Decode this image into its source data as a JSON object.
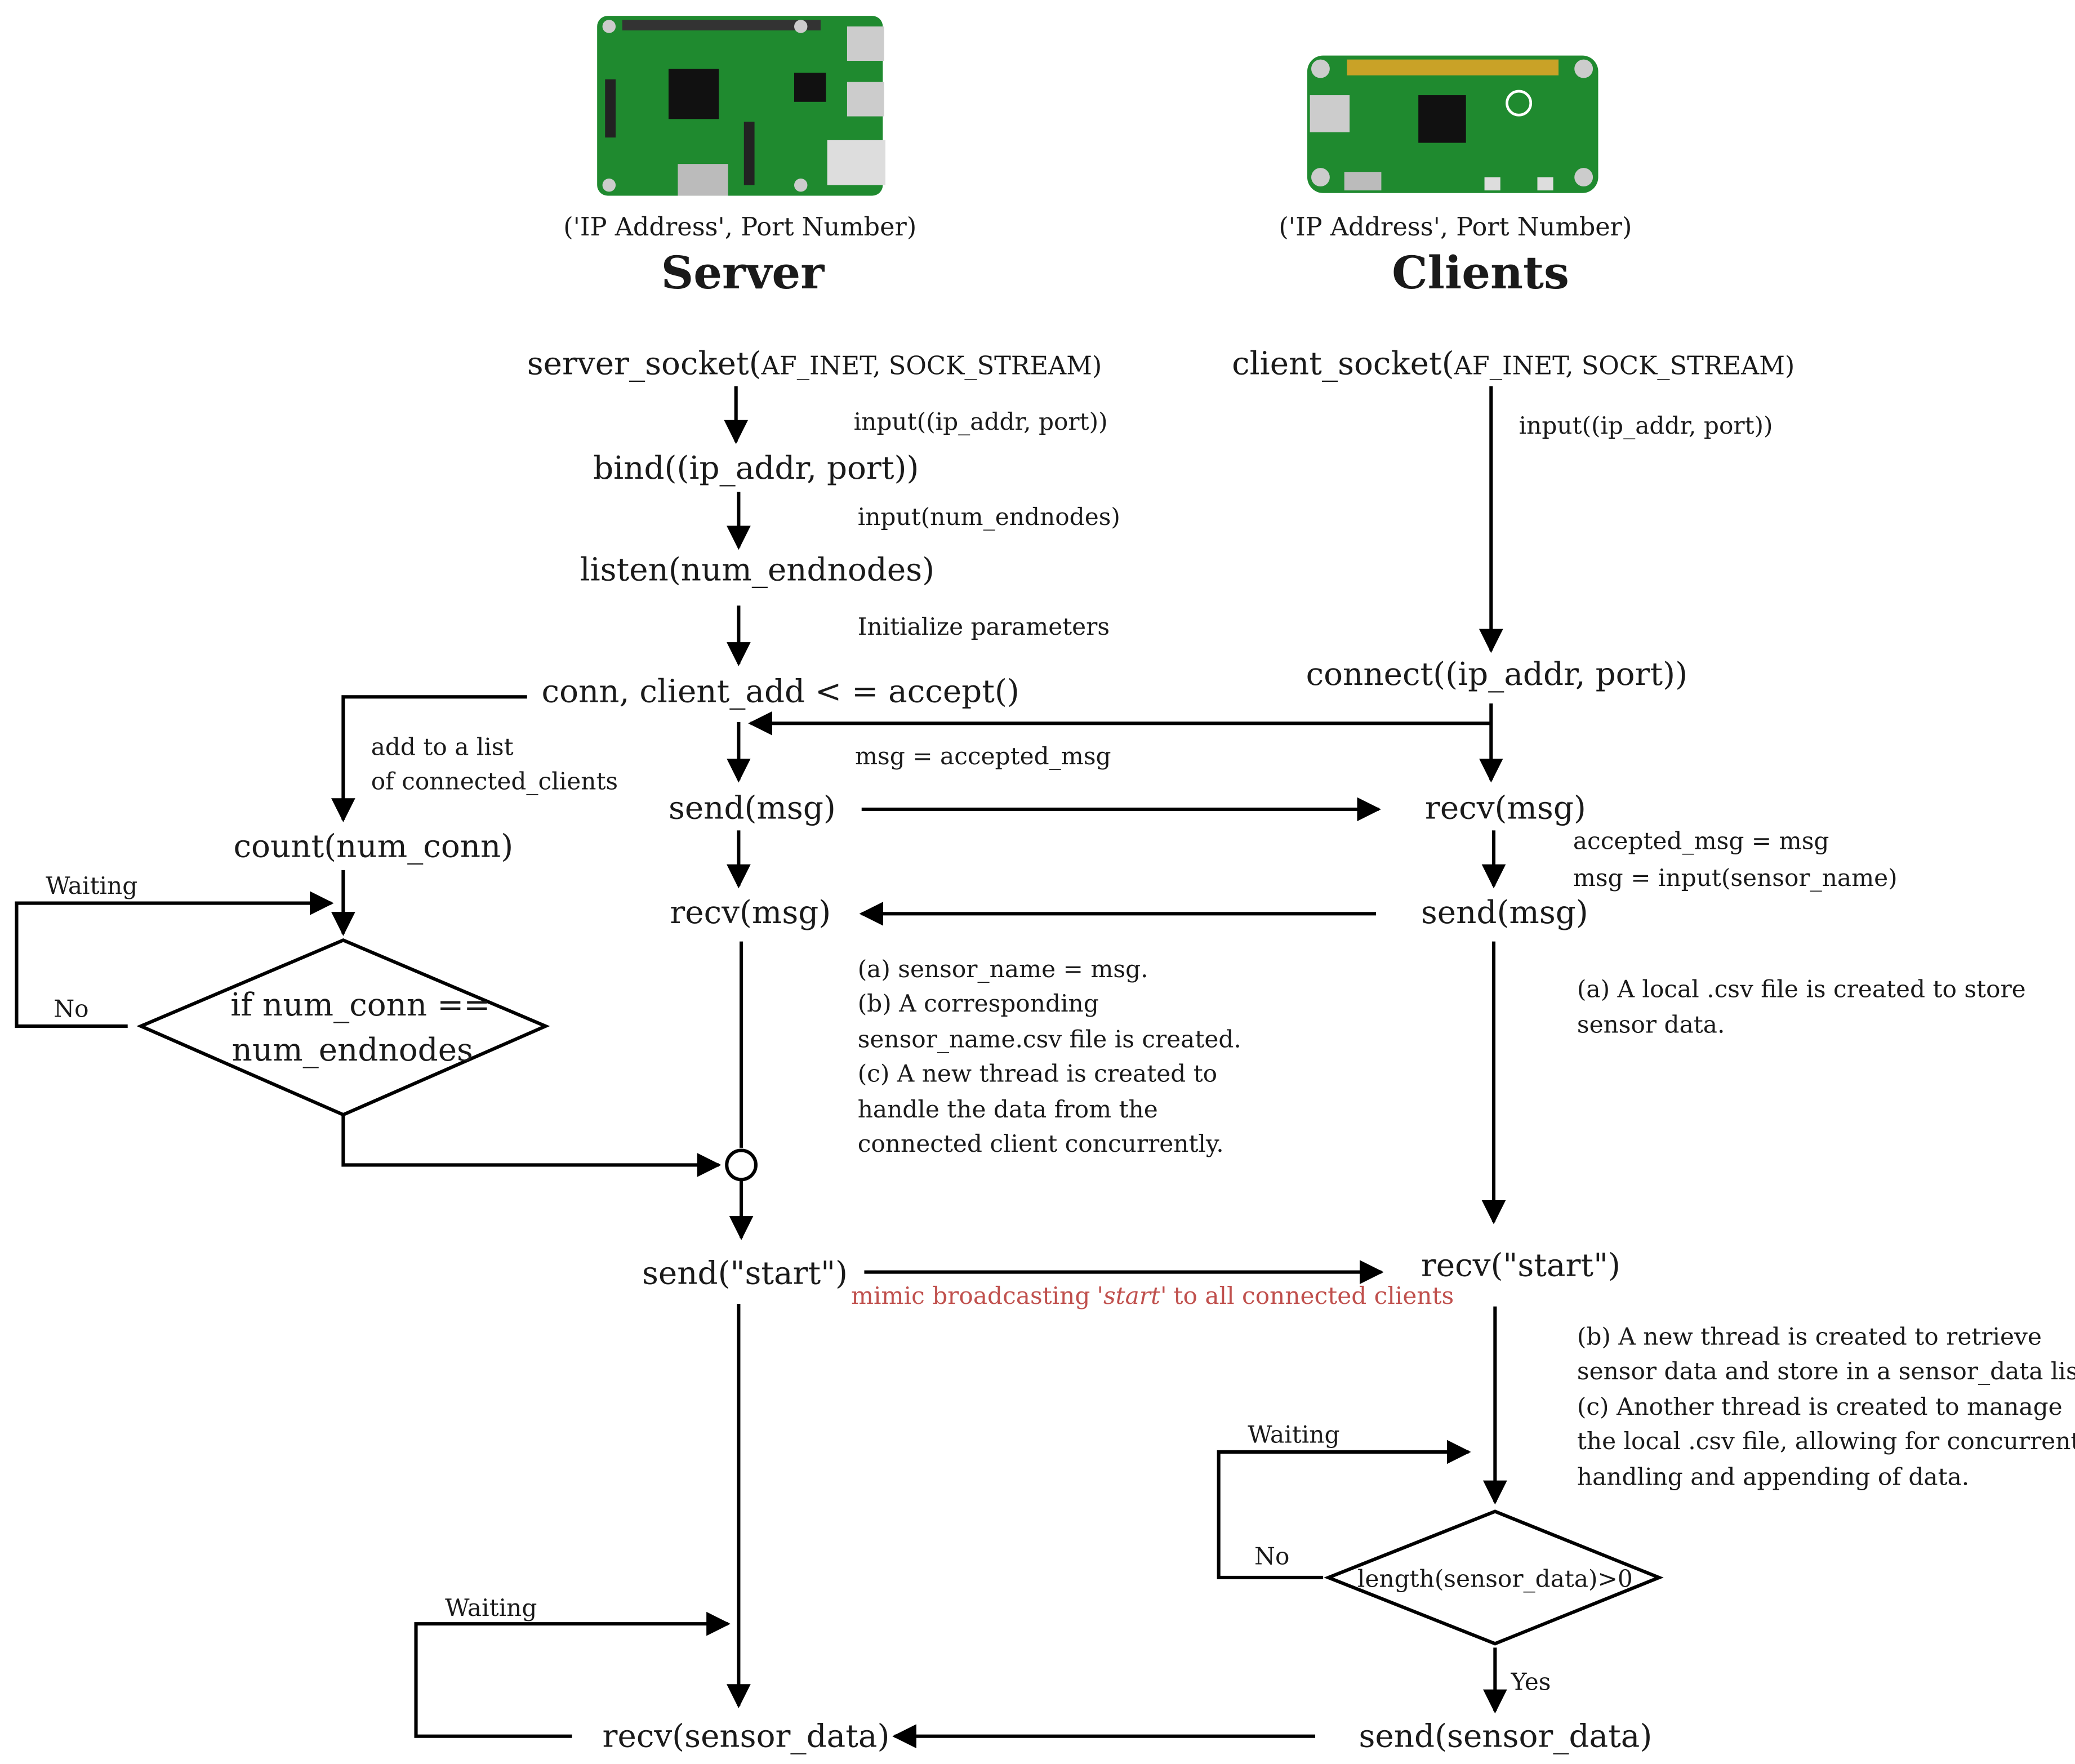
{
  "server": {
    "address": "('IP Address', Port Number)",
    "title": "Server",
    "socket_prefix": "server_socket(",
    "socket_args": "AF_INET, SOCK_STREAM)",
    "input_addr": "input((ip_addr, port))",
    "bind": "bind((ip_addr, port))",
    "input_nodes": "input(num_endnodes)",
    "listen": "listen(num_endnodes)",
    "init": "Initialize parameters",
    "accept": "conn, client_add < = accept()",
    "add_list_1": "add to a list",
    "add_list_2": "of connected_clients",
    "count": "count(num_conn)",
    "waiting": "Waiting",
    "no": "No",
    "cond_1": "if num_conn ==",
    "cond_2": "num_endnodes",
    "msg_assign": "msg = accepted_msg",
    "send_msg": "send(msg)",
    "recv_msg": "recv(msg)",
    "notes": [
      "(a) sensor_name = msg.",
      "(b) A corresponding",
      "sensor_name.csv file is created.",
      "(c) A new thread is created to",
      "handle the data from the",
      "connected client concurrently."
    ],
    "send_start": "send(\"start\")",
    "broadcast_1": "mimic broadcasting",
    "broadcast_2": "'start'",
    "broadcast_3": "to all connected clients",
    "waiting_2": "Waiting",
    "recv_data": "recv(sensor_data)"
  },
  "client": {
    "address": "('IP Address', Port Number)",
    "title": "Clients",
    "socket_prefix": "client_socket(",
    "socket_args": "AF_INET, SOCK_STREAM)",
    "input_addr": "input((ip_addr, port))",
    "connect": "connect((ip_addr, port))",
    "recv_msg": "recv(msg)",
    "accepted": "accepted_msg = msg",
    "msg_input": "msg = input(sensor_name)",
    "send_msg": "send(msg)",
    "notes_a": [
      "(a) A local .csv file is created to store",
      "sensor data."
    ],
    "recv_start": "recv(\"start\")",
    "notes_b": [
      "(b) A new thread is created to retrieve",
      "sensor data and store in a sensor_data list.",
      "(c) Another thread is created to manage",
      "the local .csv file, allowing for concurrent",
      "handling and appending of data."
    ],
    "waiting": "Waiting",
    "no": "No",
    "cond": "length(sensor_data)>0",
    "yes": "Yes",
    "send_data": "send(sensor_data)"
  },
  "colors": {
    "board_green": "#1f8a2f",
    "annotation_red": "#c0504d"
  },
  "icons": [
    "raspberry-pi-board-icon",
    "raspberry-pi-zero-icon"
  ]
}
